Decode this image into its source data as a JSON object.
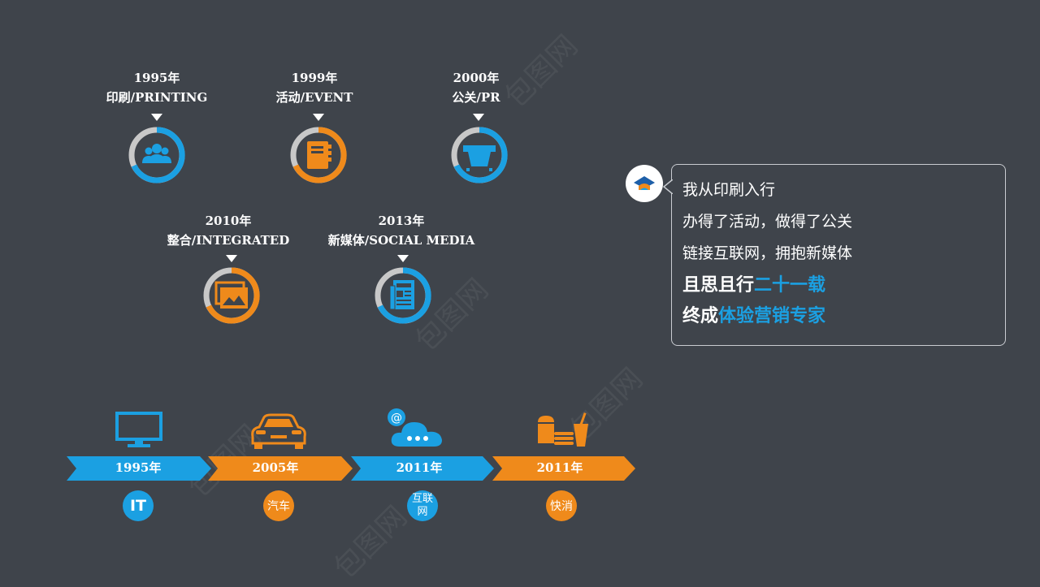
{
  "colors": {
    "background": "#3f444b",
    "blue": "#1ba0e2",
    "orange": "#ef8a1b",
    "ring_gray": "#c8c8c8"
  },
  "milestones": [
    {
      "year": "1995年",
      "label": "印刷/PRINTING",
      "icon": "people-group-icon",
      "color": "blue"
    },
    {
      "year": "1999年",
      "label": "活动/EVENT",
      "icon": "notebook-icon",
      "color": "orange"
    },
    {
      "year": "2000年",
      "label": "公关/PR",
      "icon": "printer-icon",
      "color": "blue"
    },
    {
      "year": "2010年",
      "label": "整合/INTEGRATED",
      "icon": "gallery-icon",
      "color": "orange"
    },
    {
      "year": "2013年",
      "label": "新媒体/SOCIAL MEDIA",
      "icon": "newspaper-icon",
      "color": "blue"
    }
  ],
  "bubble": {
    "avatar_icon": "graduation-cap-icon",
    "line1": "我从印刷入行",
    "line2": "办得了活动，做得了公关",
    "line3": "链接互联网，拥抱新媒体",
    "line4_a": "且思且行",
    "line4_b": "二十一载",
    "line5_a": "终成",
    "line5_b": "体验营销专家"
  },
  "timeline": [
    {
      "year": "1995年",
      "category": "IT",
      "icon": "monitor-icon",
      "color": "blue"
    },
    {
      "year": "2005年",
      "category": "汽车",
      "icon": "car-icon",
      "color": "orange"
    },
    {
      "year": "2011年",
      "category": "互联网",
      "icon": "cloud-chat-icon",
      "color": "blue"
    },
    {
      "year": "2011年",
      "category": "快消",
      "icon": "fast-food-icon",
      "color": "orange"
    }
  ]
}
